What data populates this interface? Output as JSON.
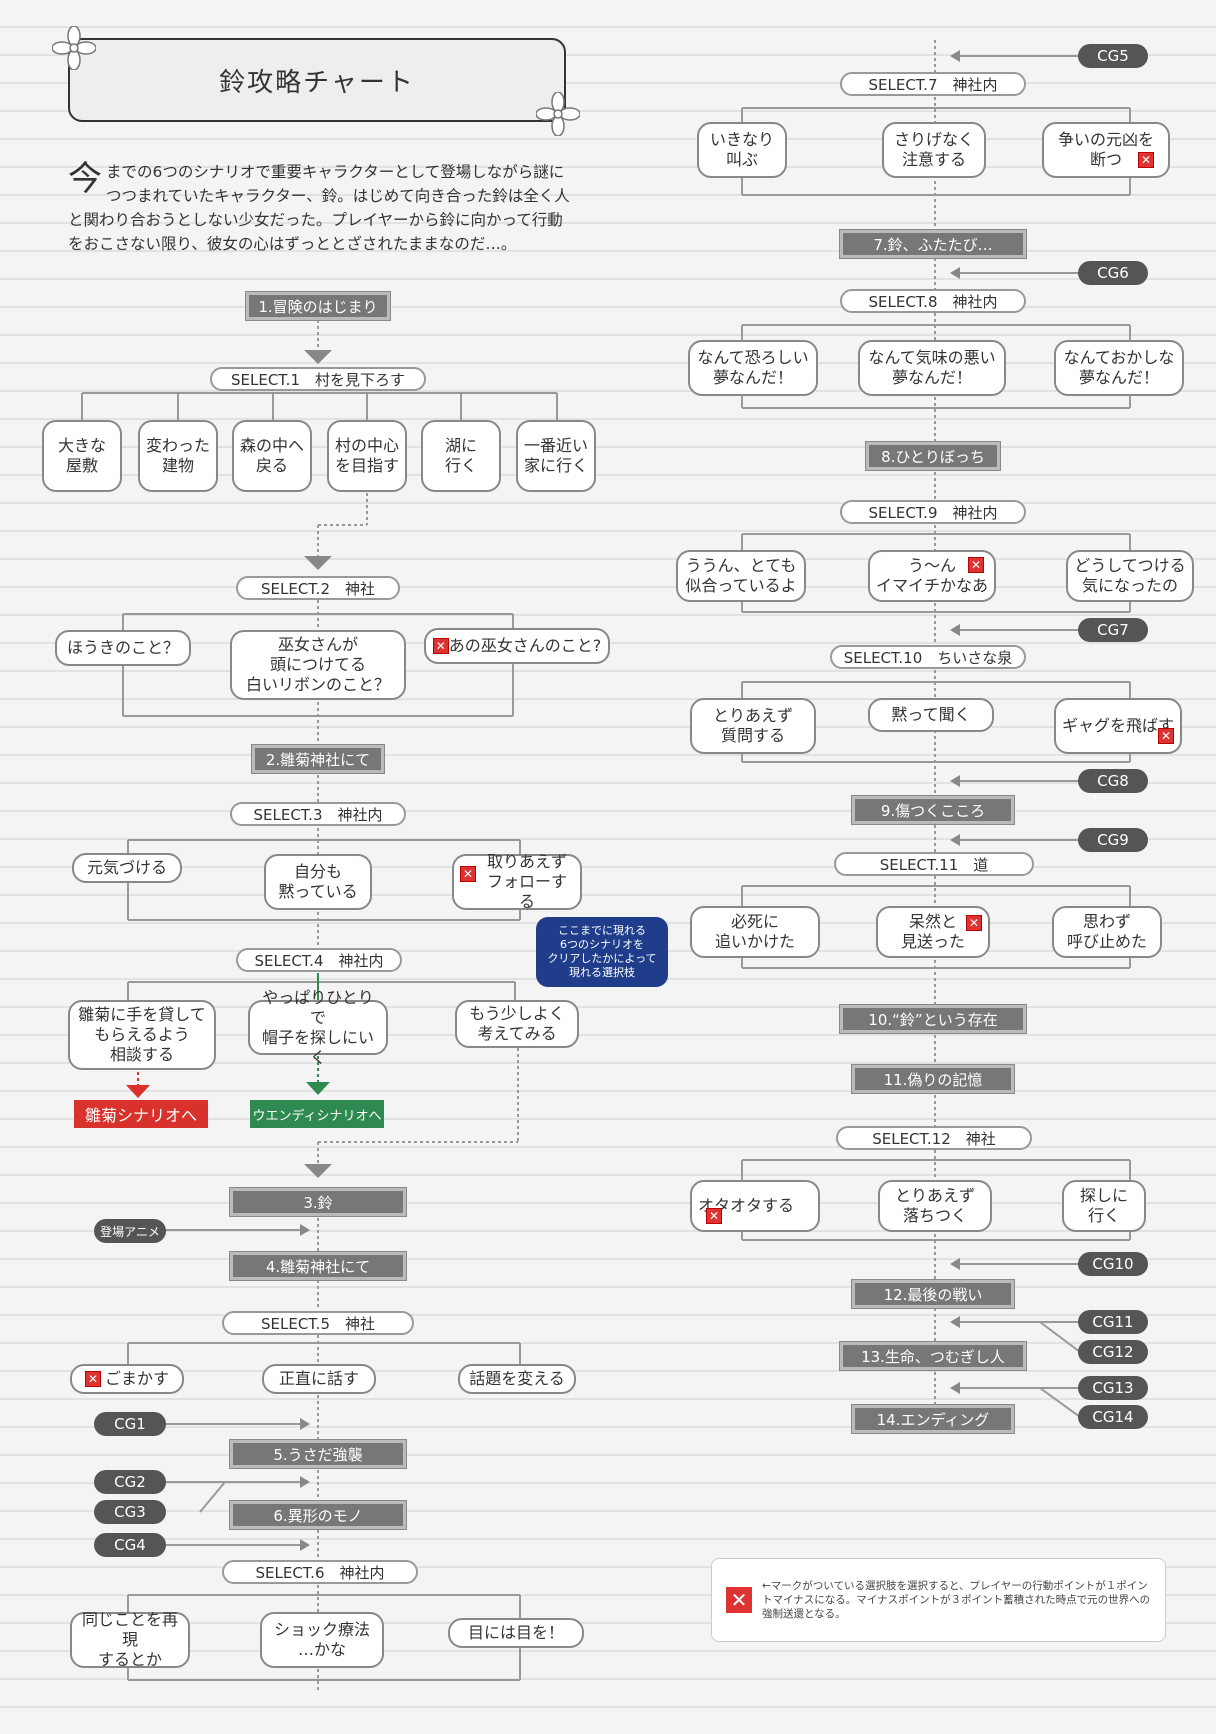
{
  "title": "鈴攻略チャート",
  "intro": {
    "first_char": "今",
    "text": "までの6つのシナリオで重要キャラクターとして登場しながら謎につつまれていたキャラクター、鈴。はじめて向き合った鈴は全く人と関わり合おうとしない少女だった。プレイヤーから鈴に向かって行動をおこさない限り、彼女の心はずっととざされたままなのだ…。"
  },
  "chapters": {
    "c1": "1.冒険のはじまり",
    "c2": "2.雛菊神社にて",
    "c3": "3.鈴",
    "c4": "4.雛菊神社にて",
    "c5": "5.うさだ強襲",
    "c6": "6.異形のモノ",
    "c7": "7.鈴、ふたたび…",
    "c8": "8.ひとりぼっち",
    "c9": "9.傷つくこころ",
    "c10": "10.“鈴”という存在",
    "c11": "11.偽りの記憶",
    "c12": "12.最後の戦い",
    "c13": "13.生命、つむぎし人",
    "c14": "14.エンディング"
  },
  "selects": {
    "s1": "SELECT.1　村を見下ろす",
    "s2": "SELECT.2　神社",
    "s3": "SELECT.3　神社内",
    "s4": "SELECT.4　神社内",
    "s5": "SELECT.5　神社",
    "s6": "SELECT.6　神社内",
    "s7": "SELECT.7　神社内",
    "s8": "SELECT.8　神社内",
    "s9": "SELECT.9　神社内",
    "s10": "SELECT.10　ちいさな泉",
    "s11": "SELECT.11　道",
    "s12": "SELECT.12　神社"
  },
  "options": {
    "s1": [
      "大きな\n屋敷",
      "変わった\n建物",
      "森の中へ\n戻る",
      "村の中心\nを目指す",
      "湖に\n行く",
      "一番近い\n家に行く"
    ],
    "s2": [
      "ほうきのこと？",
      "巫女さんが\n頭につけてる\n白いリボンのこと？",
      "あの巫女さんのこと?"
    ],
    "s3": [
      "元気づける",
      "自分も\n黙っている",
      "取りあえず\nフォローする"
    ],
    "s4": [
      "雛菊に手を貸して\nもらえるよう\n相談する",
      "やっぱりひとりで\n帽子を探しにいく",
      "もう少しよく\n考えてみる"
    ],
    "s5": [
      "ごまかす",
      "正直に話す",
      "話題を変える"
    ],
    "s6": [
      "同じことを再現\nするとか",
      "ショック療法\n…かな",
      "目には目を！"
    ],
    "s7": [
      "いきなり\n叫ぶ",
      "さりげなく\n注意する",
      "争いの元凶を\n断つ"
    ],
    "s8": [
      "なんて恐ろしい\n夢なんだ！",
      "なんて気味の悪い\n夢なんだ！",
      "なんておかしな\n夢なんだ！"
    ],
    "s9": [
      "ううん、とても\n似合っているよ",
      "う～ん\nイマイチかなあ",
      "どうしてつける\n気になったの"
    ],
    "s10": [
      "とりあえず\n質問する",
      "黙って聞く",
      "ギャグを飛ばす"
    ],
    "s11": [
      "必死に\n追いかけた",
      "呆然と\n見送った",
      "思わず\n呼び止めた"
    ],
    "s12": [
      "オタオタする",
      "とりあえず\n落ちつく",
      "探しに\n行く"
    ]
  },
  "scenarios": {
    "hinagiku": "雛菊シナリオへ",
    "wendy": "ウエンディシナリオへ"
  },
  "bubble": "ここまでに現れる\n6つのシナリオを\nクリアしたかによって\n現れる選択枝",
  "cg_labels": {
    "anime": "登場アニメ",
    "cg1": "CG1",
    "cg2": "CG2",
    "cg3": "CG3",
    "cg4": "CG4",
    "cg5": "CG5",
    "cg6": "CG6",
    "cg7": "CG7",
    "cg8": "CG8",
    "cg9": "CG9",
    "cg10": "CG10",
    "cg11": "CG11",
    "cg12": "CG12",
    "cg13": "CG13",
    "cg14": "CG14"
  },
  "xmark_glyph": "✕",
  "note": "←マークがついている選択肢を選択すると、プレイヤーの行動ポイントが１ポイントマイナスになる。マイナスポイントが３ポイント蓄積された時点で元の世界への強制送還となる。",
  "colors": {
    "xmark": "#dd3333",
    "hinagiku": "#d9312b",
    "wendy": "#2e8a50",
    "chapter": "#777777",
    "cg": "#555555",
    "bubble": "#1f3d8a"
  }
}
